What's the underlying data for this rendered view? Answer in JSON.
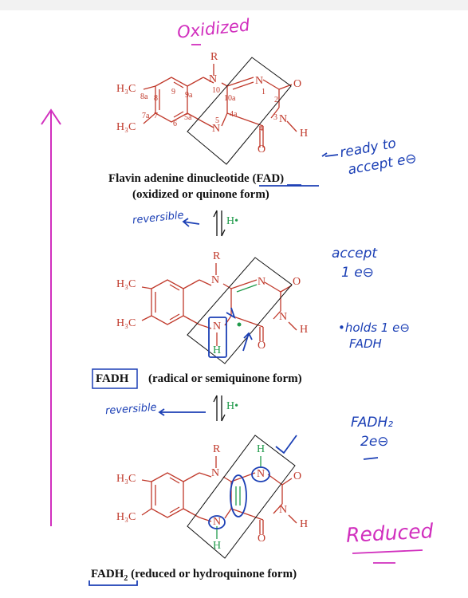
{
  "annotations": {
    "oxidized": "Oxidized",
    "ready_to": "ready to",
    "accept_e": "accept e⊖",
    "reversible_1": "reversible",
    "reversible_2": "reversible",
    "accept": "accept",
    "one_e": "1 e⊖",
    "holds": "•holds 1 e⊖",
    "fadh_note": "FADH",
    "fadh2_note": "FADH₂",
    "two_e": "2e⊖",
    "reduced": "Reduced"
  },
  "captions": {
    "fad_line1": "Flavin adenine dinucleotide (FAD)",
    "fad_line2": "(oxidized or quinone form)",
    "fadh_label": "FADH",
    "fadh_rest": "(radical or semiquinone form)",
    "fadh2_label": "FADH",
    "fadh2_sub": "2",
    "fadh2_rest": " (reduced or hydroquinone form)"
  },
  "arrows": {
    "h_dot_1": "H•",
    "h_dot_2": "H•"
  },
  "molecule": {
    "R": "R",
    "H3C": "H₃C",
    "N": "N",
    "O": "O",
    "H": "H",
    "num_10": "10",
    "num_10a": "10a",
    "num_1": "1",
    "num_2": "2",
    "num_3": "3",
    "num_4": "4",
    "num_4a": "4a",
    "num_5": "5",
    "num_5a": "5a",
    "num_6": "6",
    "num_7": "7",
    "num_7a": "7a",
    "num_8": "8",
    "num_8a": "8a",
    "num_9": "9",
    "num_9a": "9a"
  },
  "colors": {
    "molecule": "#c0392b",
    "magenta": "#d12fbe",
    "blue": "#1b3fb5",
    "green": "#1f9a4a"
  }
}
